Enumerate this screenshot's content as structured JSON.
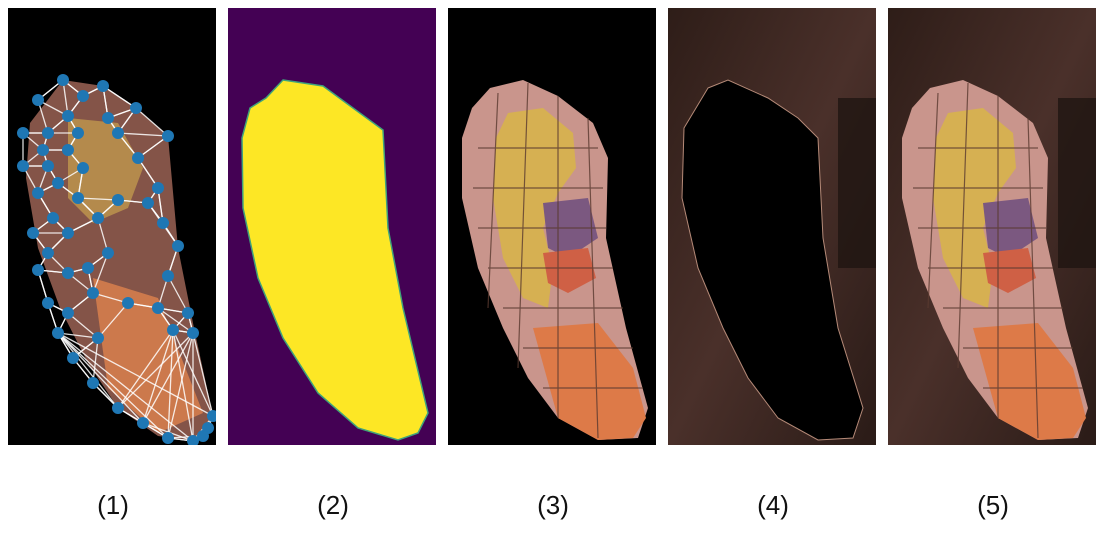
{
  "panels": [
    {
      "caption": "(1)"
    },
    {
      "caption": "(2)"
    },
    {
      "caption": "(3)"
    },
    {
      "caption": "(4)"
    },
    {
      "caption": "(5)"
    }
  ],
  "colors": {
    "black_background": "#000000",
    "mask_background": "#440154",
    "mask_fill": "#fde725",
    "landmark_point": "#1f77b4",
    "mesh_line": "#ffffff",
    "ear_skin": "#c58a78",
    "ear_orange": "#e0804a",
    "ear_yellow": "#d9b04a",
    "ear_purple": "#7d5a86",
    "face_background": "#3a2622"
  }
}
